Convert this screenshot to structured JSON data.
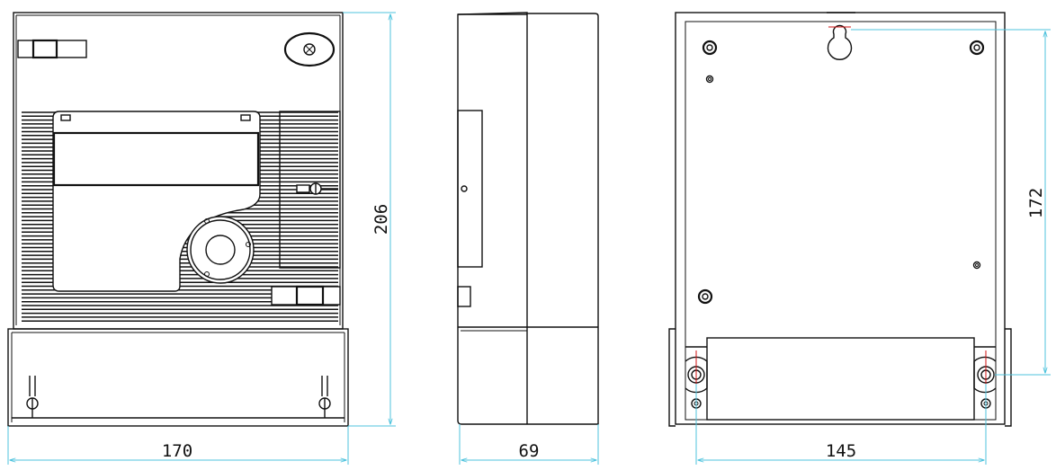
{
  "dimensions": {
    "front_width": "170",
    "front_height": "206",
    "side_depth": "69",
    "rear_hole_spacing": "145",
    "rear_hole_height": "172"
  },
  "colors": {
    "outline": "#111111",
    "dimension_line": "#4fc3dd",
    "center_mark": "#d01010",
    "background": "#ffffff"
  }
}
